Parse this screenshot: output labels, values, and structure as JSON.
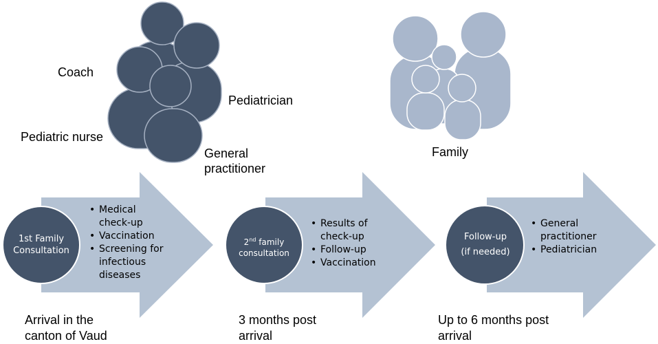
{
  "care_team": {
    "coach": "Coach",
    "pediatrician": "Pediatrician",
    "nurse": "Pediatric nurse",
    "gp_line1": "General",
    "gp_line2": "practitioner"
  },
  "family": {
    "label": "Family"
  },
  "stages": [
    {
      "circle_line1": "1st Family",
      "circle_line2": "Consultation",
      "bullets": [
        "Medical check-up",
        "Vaccination",
        "Screening for infectious diseases"
      ],
      "time_line1": "Arrival in the",
      "time_line2": "canton of Vaud"
    },
    {
      "circle_num": "2",
      "circle_sup": "nd",
      "circle_rest": " family",
      "circle_line2": "consultation",
      "bullets": [
        "Results of check-up",
        "Follow-up",
        "Vaccination"
      ],
      "time_line1": "3 months post",
      "time_line2": "arrival"
    },
    {
      "circle_line1": "Follow-up",
      "circle_line2": "(if needed)",
      "bullets": [
        "General practitioner",
        "Pediatrician"
      ],
      "time_line1": "Up to 6 months post",
      "time_line2": "arrival"
    }
  ],
  "colors": {
    "team": "#44546a",
    "team_outline": "#a6b1c2",
    "family": "#a9b7cc",
    "arrow": "#b4c2d3",
    "circle": "#44546a"
  }
}
